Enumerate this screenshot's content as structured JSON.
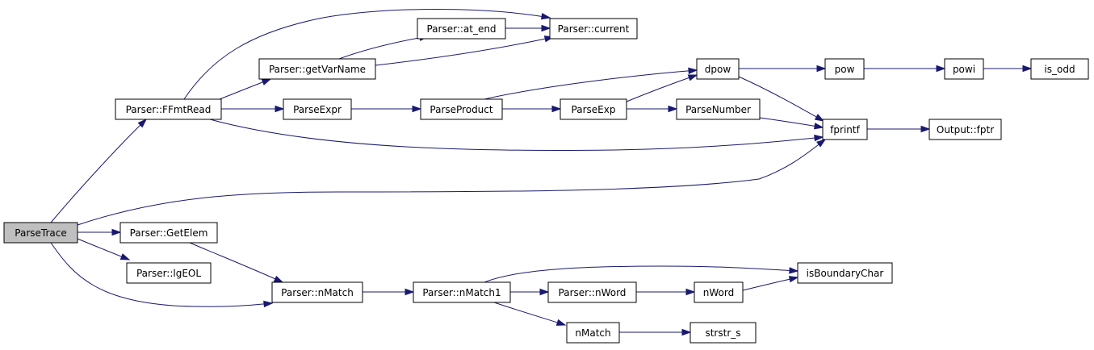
{
  "graph": {
    "nodes": [
      {
        "id": "parsetrace",
        "label": "ParseTrace",
        "highlighted": true
      },
      {
        "id": "ffmtread",
        "label": "Parser::FFmtRead"
      },
      {
        "id": "getelem",
        "label": "Parser::GetElem"
      },
      {
        "id": "lgeol",
        "label": "Parser::lgEOL"
      },
      {
        "id": "getvarname",
        "label": "Parser::getVarName"
      },
      {
        "id": "atend",
        "label": "Parser::at_end"
      },
      {
        "id": "current",
        "label": "Parser::current"
      },
      {
        "id": "parseexpr",
        "label": "ParseExpr"
      },
      {
        "id": "parseproduct",
        "label": "ParseProduct"
      },
      {
        "id": "parseexp",
        "label": "ParseExp"
      },
      {
        "id": "parsenumber",
        "label": "ParseNumber"
      },
      {
        "id": "dpow",
        "label": "dpow"
      },
      {
        "id": "pow",
        "label": "pow"
      },
      {
        "id": "powi",
        "label": "powi"
      },
      {
        "id": "isodd",
        "label": "is_odd"
      },
      {
        "id": "fprintf",
        "label": "fprintf"
      },
      {
        "id": "outputfptr",
        "label": "Output::fptr"
      },
      {
        "id": "nmatch_parser",
        "label": "Parser::nMatch"
      },
      {
        "id": "nmatch1",
        "label": "Parser::nMatch1"
      },
      {
        "id": "nword_parser",
        "label": "Parser::nWord"
      },
      {
        "id": "nword",
        "label": "nWord"
      },
      {
        "id": "isboundarychar",
        "label": "isBoundaryChar"
      },
      {
        "id": "nmatch",
        "label": "nMatch"
      },
      {
        "id": "strstr_s",
        "label": "strstr_s"
      }
    ],
    "edges": [
      {
        "from": "parsetrace",
        "to": "ffmtread"
      },
      {
        "from": "parsetrace",
        "to": "fprintf"
      },
      {
        "from": "parsetrace",
        "to": "getelem"
      },
      {
        "from": "parsetrace",
        "to": "lgeol"
      },
      {
        "from": "parsetrace",
        "to": "nmatch_parser"
      },
      {
        "from": "ffmtread",
        "to": "current"
      },
      {
        "from": "ffmtread",
        "to": "getvarname"
      },
      {
        "from": "ffmtread",
        "to": "parseexpr"
      },
      {
        "from": "ffmtread",
        "to": "fprintf"
      },
      {
        "from": "getvarname",
        "to": "atend"
      },
      {
        "from": "getvarname",
        "to": "current"
      },
      {
        "from": "atend",
        "to": "current"
      },
      {
        "from": "parseexpr",
        "to": "parseproduct"
      },
      {
        "from": "parseproduct",
        "to": "dpow"
      },
      {
        "from": "parseproduct",
        "to": "parseexp"
      },
      {
        "from": "parseexp",
        "to": "dpow"
      },
      {
        "from": "parseexp",
        "to": "parsenumber"
      },
      {
        "from": "parsenumber",
        "to": "fprintf"
      },
      {
        "from": "dpow",
        "to": "pow"
      },
      {
        "from": "dpow",
        "to": "fprintf"
      },
      {
        "from": "pow",
        "to": "powi"
      },
      {
        "from": "powi",
        "to": "isodd"
      },
      {
        "from": "fprintf",
        "to": "outputfptr"
      },
      {
        "from": "getelem",
        "to": "nmatch_parser"
      },
      {
        "from": "nmatch_parser",
        "to": "nmatch1"
      },
      {
        "from": "nmatch1",
        "to": "isboundarychar"
      },
      {
        "from": "nmatch1",
        "to": "nword_parser"
      },
      {
        "from": "nmatch1",
        "to": "nmatch"
      },
      {
        "from": "nword_parser",
        "to": "nword"
      },
      {
        "from": "nword",
        "to": "isboundarychar"
      },
      {
        "from": "nmatch",
        "to": "strstr_s"
      }
    ]
  },
  "colors": {
    "edge": "#191970",
    "root_fill": "#bfbfbf",
    "node_fill": "#ffffff",
    "node_border": "#000000"
  }
}
